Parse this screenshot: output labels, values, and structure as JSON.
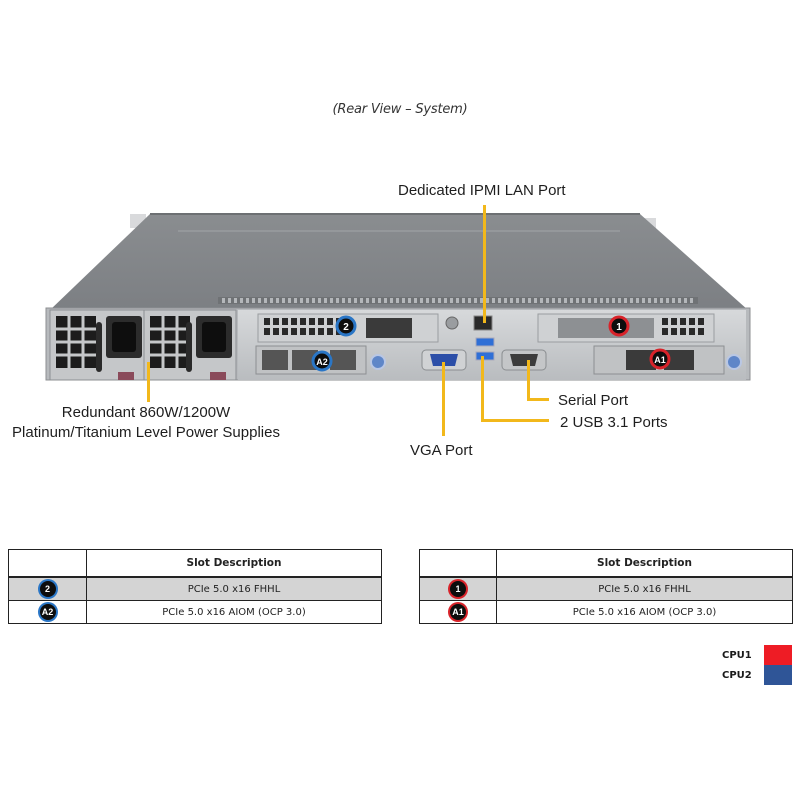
{
  "caption": "(Rear View – System)",
  "callouts": {
    "ipmi": "Dedicated IPMI  LAN Port",
    "psu_line1": "Redundant  860W/1200W",
    "psu_line2": "Platinum/Titanium  Level Power Supplies",
    "vga": "VGA Port",
    "serial": "Serial Port",
    "usb": "2 USB 3.1 Ports"
  },
  "server_badges": [
    {
      "id": "2",
      "cpu": "CPU2"
    },
    {
      "id": "A2",
      "cpu": "CPU2"
    },
    {
      "id": "1",
      "cpu": "CPU1"
    },
    {
      "id": "A1",
      "cpu": "CPU1"
    }
  ],
  "tables": [
    {
      "cpu": "CPU2",
      "header": "Slot Description",
      "rows": [
        {
          "slot": "2",
          "description": "PCIe 5.0 x16 FHHL"
        },
        {
          "slot": "A2",
          "description": "PCIe 5.0 x16 AIOM  (OCP 3.0)"
        }
      ]
    },
    {
      "cpu": "CPU1",
      "header": "Slot Description",
      "rows": [
        {
          "slot": "1",
          "description": "PCIe 5.0 x16 FHHL"
        },
        {
          "slot": "A1",
          "description": "PCIe 5.0 x16 AIOM  (OCP 3.0)"
        }
      ]
    }
  ],
  "legend": [
    {
      "label": "CPU1",
      "color": "#ee1c25"
    },
    {
      "label": "CPU2",
      "color": "#2f5597"
    }
  ],
  "colors": {
    "leader": "#f2b81b",
    "cpu1_ring": "#d8232a",
    "cpu2_ring": "#2a76c6"
  }
}
